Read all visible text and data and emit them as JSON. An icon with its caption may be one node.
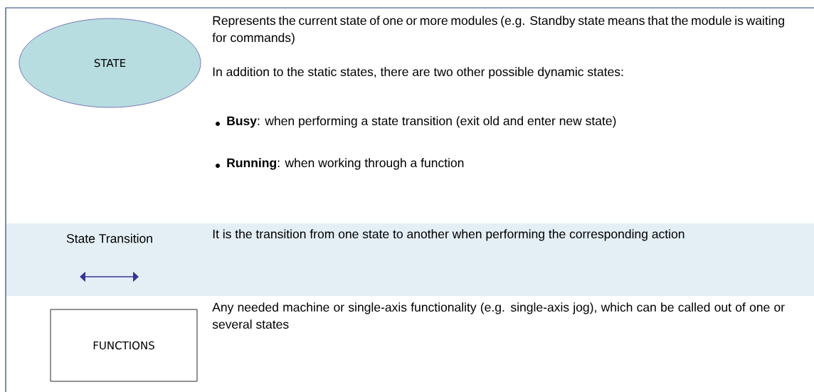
{
  "diagram": {
    "nodes": [
      {
        "text": [
          "STATE"
        ]
      },
      {
        "text": [
          "FUNCTIONS"
        ]
      }
    ],
    "labels": [
      "Represents the current state of one or more modules (e.g. Standby state means that the module is waiting for commands)",
      "In addition to the static states, there are two other possible dynamic states:",
      "**Busy**: when performing a state transition (exit old and enter new state)",
      "**Running**: when working through a function",
      "State Transition",
      "It is the transition from one state to another when performing the corresponding action",
      "Any needed machine or single-axis functionality (e.g. single-axis jog), which can be called out of one or several states"
    ]
  }
}
